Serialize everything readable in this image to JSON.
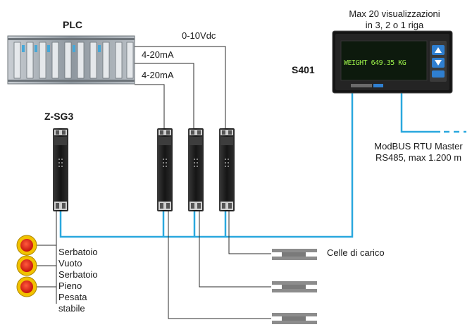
{
  "diagram": {
    "plc_label": "PLC",
    "zsg3_label": "Z-SG3",
    "s401_label": "S401",
    "display_caption_line1": "Max 20 visualizzazioni",
    "display_caption_line2": "in 3, 2 o 1 riga",
    "display_text": "WEIGHT 649.35 KG",
    "signal_0_10": "0-10Vdc",
    "signal_4_20_a": "4-20mA",
    "signal_4_20_b": "4-20mA",
    "modbus_line1": "ModBUS RTU Master",
    "modbus_line2": "RS485, max 1.200 m",
    "load_cells_label": "Celle di carico",
    "lamp_labels": [
      "Serbatoio",
      "Vuoto",
      "Serbatoio",
      "Pieno",
      "Pesata",
      "stabile"
    ],
    "colors": {
      "bus": "#2aa8de",
      "lamp_red": "#e0241b",
      "lamp_yellow": "#f2c200",
      "module_dark": "#1e1e1e",
      "plc_gray": "#9aa3ab",
      "display_bg": "#0d1a0d"
    }
  }
}
